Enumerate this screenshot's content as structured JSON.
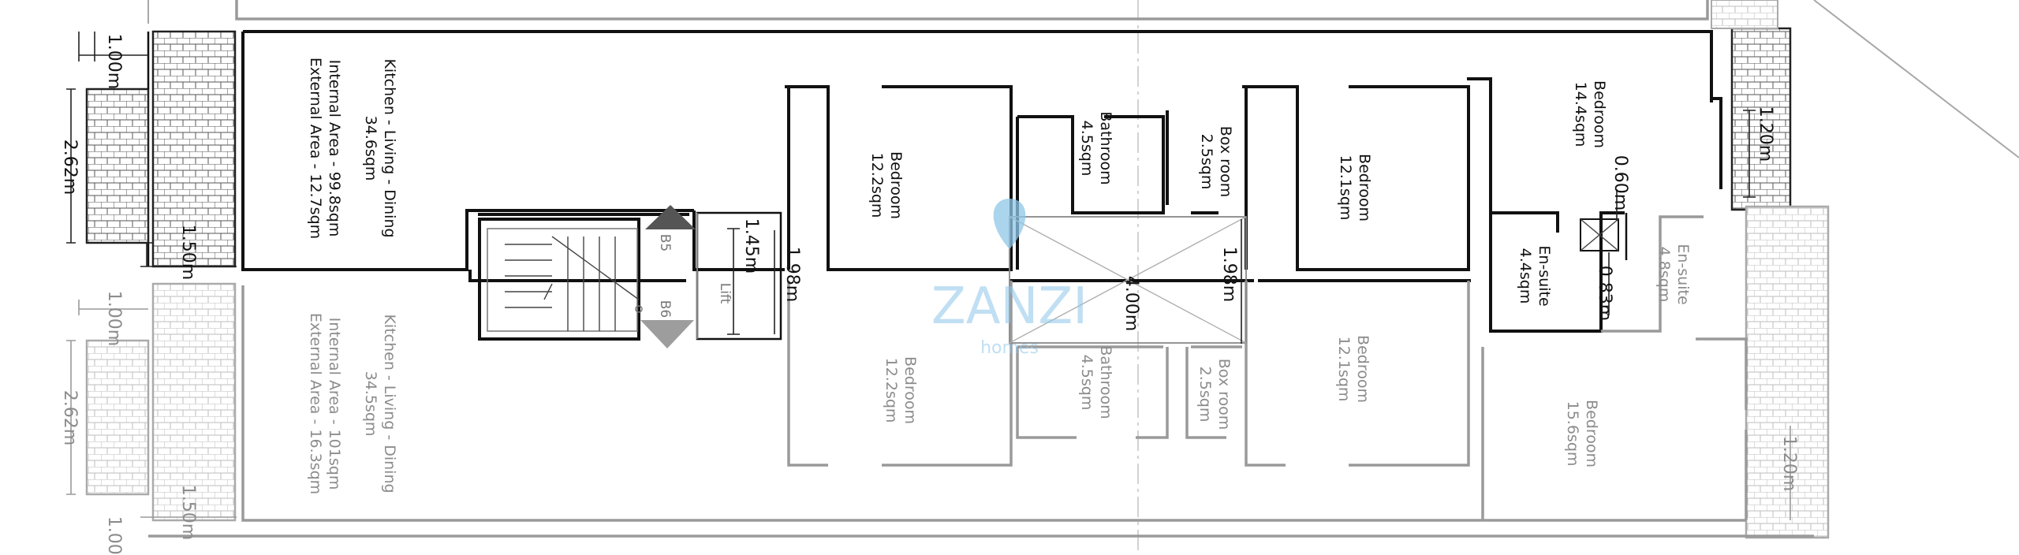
{
  "rooms": {
    "kitchen_top": [
      "Kitchen - Living - Dining",
      "34.6sqm",
      "Internal Area - 99.8sqm",
      "External Area - 12.7sqm"
    ],
    "bedroom1_top": [
      "Bedroom",
      "12.2sqm"
    ],
    "bathroom_top": [
      "Bathroom",
      "4.5sqm"
    ],
    "boxroom_top": [
      "Box room",
      "2.5sqm"
    ],
    "bedroom2_top": [
      "Bedroom",
      "12.1sqm"
    ],
    "bedroom3_top": [
      "Bedroom",
      "14.4sqm"
    ],
    "ensuite_top": [
      "En-suite",
      "4.4sqm"
    ],
    "kitchen_bottom": [
      "Kitchen - Living - Dining",
      "34.5sqm",
      "Internal Area - 101sqm",
      "External Area - 16.3sqm"
    ],
    "bedroom1_bottom": [
      "Bedroom",
      "12.2sqm"
    ],
    "bathroom_bottom": [
      "Bathroom",
      "4.5sqm"
    ],
    "boxroom_bottom": [
      "Box room",
      "2.5sqm"
    ],
    "bedroom2_bottom": [
      "Bedroom",
      "12.1sqm"
    ],
    "ensuite_bottom": [
      "En-suite",
      "4.8sqm"
    ],
    "bedroom3_bottom": [
      "Bedroom",
      "15.6sqm"
    ]
  },
  "dims": {
    "top_1_00": "1.00m",
    "top_2_62": "2.62m",
    "top_1_50": "1.50m",
    "bot_1_00": "1.00m",
    "bot_2_62": "2.62m",
    "bot_1_50": "1.50m",
    "edge_1_00": "1.00m",
    "lift_1_45": "1.45m",
    "lift_1_98": "1.98m",
    "shaft_4_00": "4.00m",
    "shaft_1_98": "1.98m",
    "right_1_20": "1.20m",
    "right_0_60": "0.60m",
    "right_0_83": "0.83m",
    "right_1_20_bottom": "1.20m"
  },
  "core": {
    "lift": "Lift",
    "b5": "B5",
    "b6": "B6"
  },
  "watermark": {
    "brand": "ZANZI",
    "sub": "homes",
    "accent": "#8fc6e8"
  },
  "colors": {
    "wall_current": "#111111",
    "wall_other": "#9a9a9a"
  }
}
